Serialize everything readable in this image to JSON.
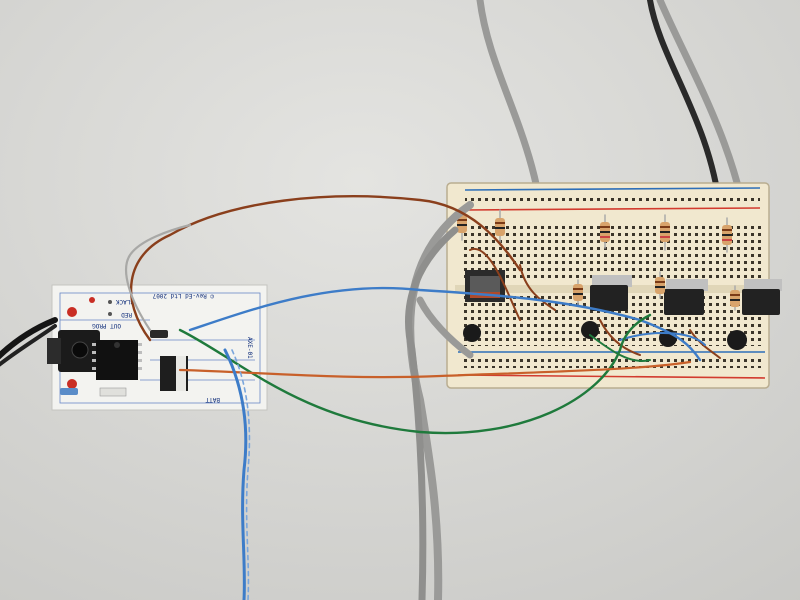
{
  "scene": {
    "subject": "hand-built circuit: small printed circuit board wired to a solderless breadboard"
  },
  "pcb": {
    "labels": {
      "black": "BLACK",
      "red": "RED",
      "out_prog": "OUT PROG",
      "copyright": "© Rev-Ed Ltd 2007",
      "part_no": "AXE-01",
      "batt": "BATT"
    }
  },
  "colors": {
    "background": "#d8d8d5",
    "pcb": "#f3f3f0",
    "pcb_print": "#1f4fb0",
    "breadboard": "#f1e8cf",
    "wire_brown": "#8a3f1c",
    "wire_blue": "#3d7cc8",
    "wire_green": "#1f7a3c",
    "wire_orange": "#c8602a",
    "cable_grey": "#9a9a98",
    "rail_red": "#d23b2f",
    "rail_blue": "#2e6fb8"
  }
}
